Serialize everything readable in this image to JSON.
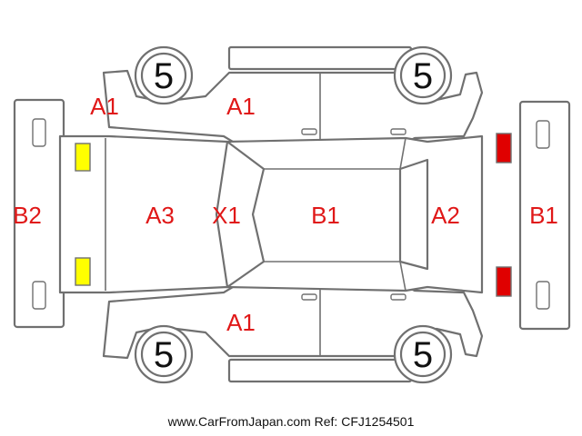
{
  "diagram": {
    "labels": {
      "front_bumper": "B2",
      "hood": "A3",
      "front_roof_edge": "X1",
      "roof": "B1",
      "trunk": "A2",
      "rear_bumper": "B1",
      "front_fender_left": "A1",
      "door_left": "A1",
      "door_right": "A1"
    },
    "tires": {
      "front_left": "5",
      "rear_left": "5",
      "front_right": "5",
      "rear_right": "5"
    },
    "colors": {
      "label": "#e01818",
      "outline": "#707070",
      "front_lamp": "#ffff00",
      "rear_lamp": "#e00000"
    }
  },
  "watermark": "www.CarFromJapan.com Ref: CFJ1254501"
}
